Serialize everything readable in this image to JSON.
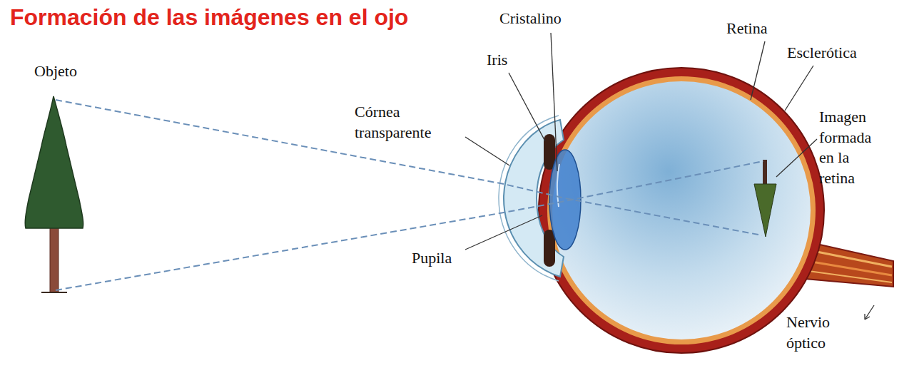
{
  "diagram": {
    "title": "Formación de las imágenes en el ojo",
    "labels": [
      "Objeto",
      "Cristalino",
      "Iris",
      "Córnea transparente",
      "Pupila",
      "Retina",
      "Esclerótica",
      "Imagen formada en la retina",
      "Nervio óptico"
    ]
  }
}
